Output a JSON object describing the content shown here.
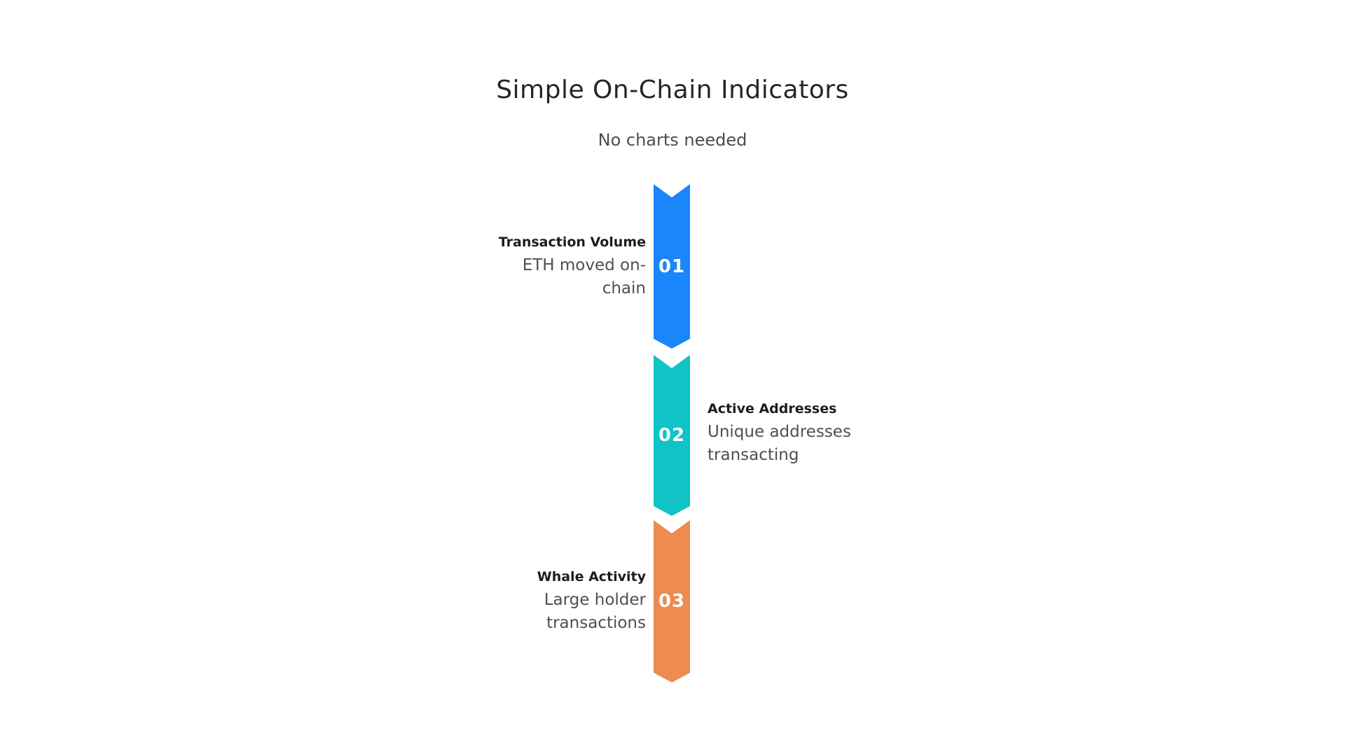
{
  "header": {
    "title": "Simple On-Chain Indicators",
    "subtitle": "No charts needed"
  },
  "steps": [
    {
      "number": "01",
      "label": "Transaction Volume",
      "desc_lines": [
        "ETH moved on-",
        "chain"
      ],
      "color": "#1a86fb",
      "side": "left"
    },
    {
      "number": "02",
      "label": "Active Addresses",
      "desc_lines": [
        "Unique addresses",
        "transacting"
      ],
      "color": "#0fc3c6",
      "side": "right"
    },
    {
      "number": "03",
      "label": "Whale Activity",
      "desc_lines": [
        "Large holder",
        "transactions"
      ],
      "color": "#ed8b50",
      "side": "left"
    }
  ],
  "colors": {
    "background": "#ffffff",
    "title_text": "#262626",
    "subtitle_text": "#4d4d4d",
    "label_text": "#1c1c1c",
    "desc_text": "#4f4f4f",
    "number_text": "#ffffff"
  }
}
